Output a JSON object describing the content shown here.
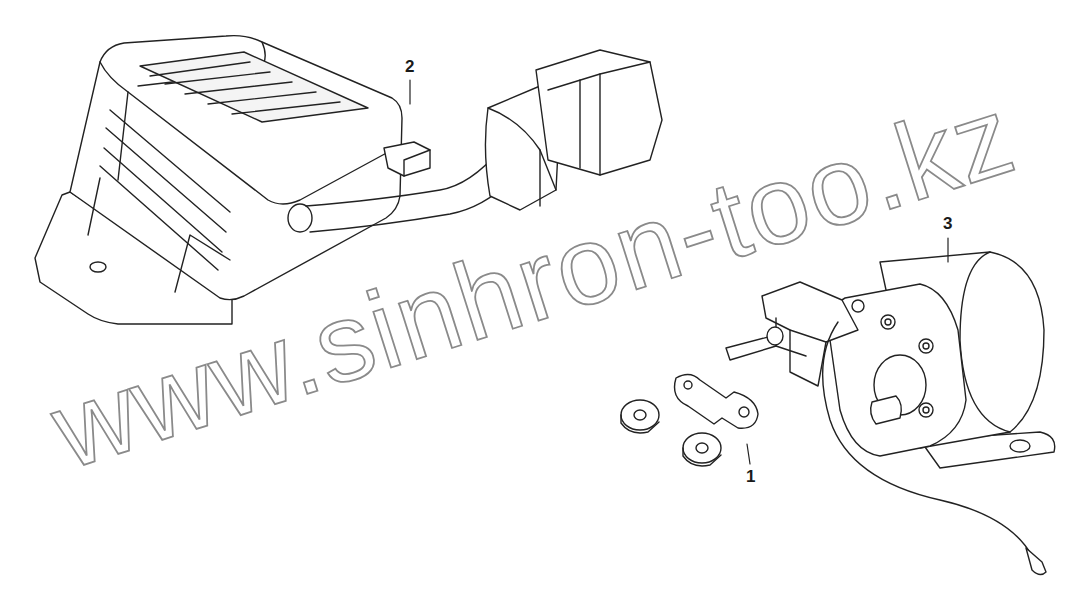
{
  "diagram": {
    "labels": [
      "2",
      "3",
      "1",
      "www.sinhron-too.kz"
    ]
  }
}
